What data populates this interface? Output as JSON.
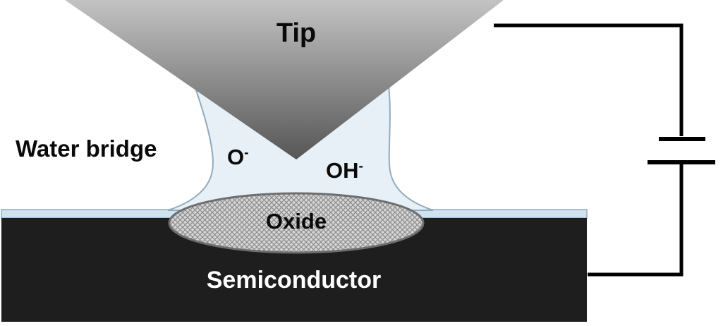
{
  "diagram": {
    "tip_label": "Tip",
    "water_bridge_label": "Water bridge",
    "oxide_label": "Oxide",
    "semiconductor_label": "Semiconductor",
    "ions": [
      {
        "base": "O",
        "charge": "-"
      },
      {
        "base": "OH",
        "charge": "-"
      }
    ]
  },
  "colors": {
    "tip_top": "#c3c3c3",
    "tip_bottom": "#565656",
    "water_bridge": "#e7f0f7",
    "water_layer": "#cfe2f0",
    "water_outline": "#93abbe",
    "semiconductor": "#1e1e1e",
    "oxide_fill_bg": "#d6d6d6",
    "oxide_hatch": "#8c8c8c",
    "oxide_outline": "#6e6e6e",
    "wire": "#000000",
    "label_dark": "#0a0a0a",
    "label_light": "#ffffff"
  }
}
